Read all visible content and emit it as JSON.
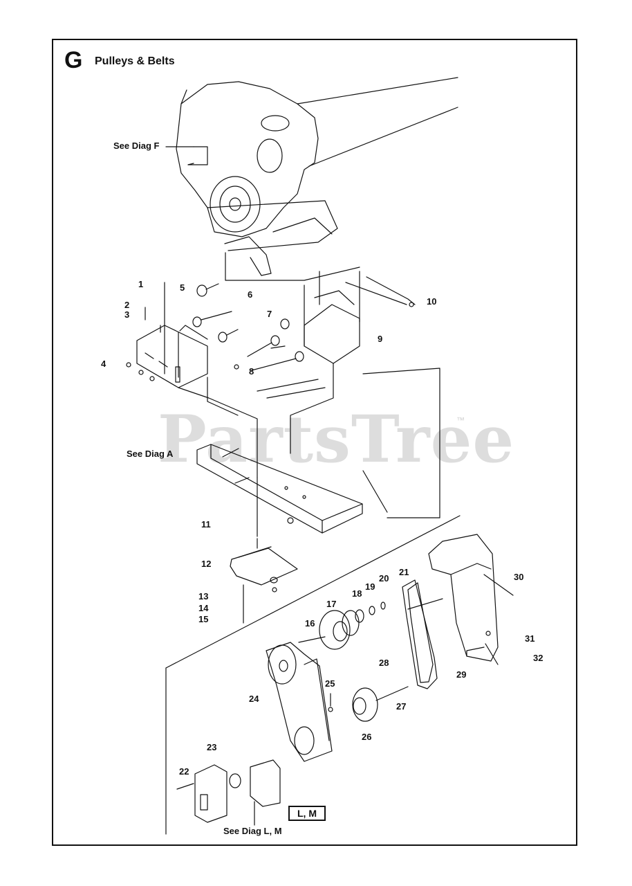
{
  "header": {
    "section_letter": "G",
    "section_title": "Pulleys & Belts"
  },
  "references": {
    "diag_f": "See Diag F",
    "diag_a": "See Diag A",
    "diag_lm": "See Diag L, M",
    "boxed_lm": "L, M"
  },
  "watermark": {
    "text": "PartsTree",
    "trademark": "™"
  },
  "parts": [
    "1",
    "2",
    "3",
    "4",
    "5",
    "6",
    "7",
    "8",
    "9",
    "10",
    "11",
    "12",
    "13",
    "14",
    "15",
    "16",
    "17",
    "18",
    "19",
    "20",
    "21",
    "22",
    "23",
    "24",
    "25",
    "26",
    "27",
    "28",
    "29",
    "30",
    "31",
    "32"
  ]
}
